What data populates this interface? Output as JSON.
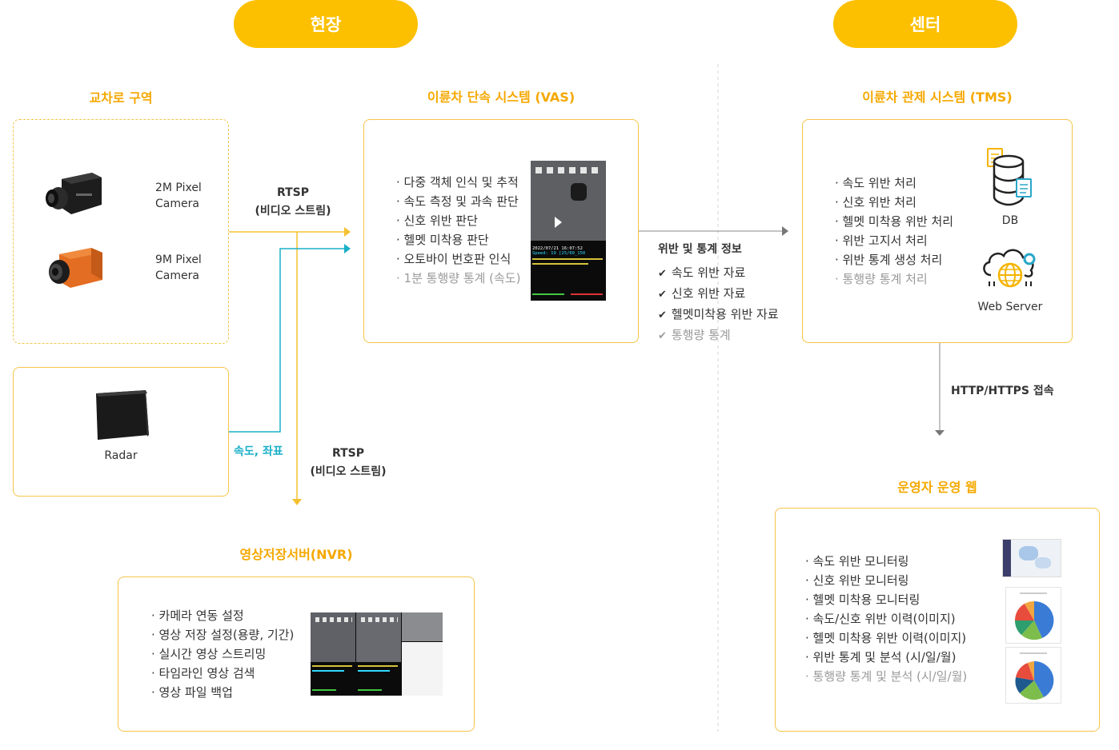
{
  "sections": {
    "field": "현장",
    "center": "센터"
  },
  "intersection": {
    "title": "교차로 구역",
    "camera1": {
      "line1": "2M Pixel",
      "line2": "Camera"
    },
    "camera2": {
      "line1": "9M Pixel",
      "line2": "Camera"
    },
    "radar": "Radar"
  },
  "vas": {
    "title": "이륜차 단속 시스템 (VAS)",
    "items": [
      "· 다중 객체 인식 및 추적",
      "· 속도 측정 및 과속 판단",
      "· 신호 위반 판단",
      "· 헬멧 미착용 판단",
      "· 오토바이 번호판 인식"
    ],
    "muted_item": "· 1분 통행량 통계 (속도)",
    "screen": {
      "timestamp": "2022/07/21 16:07:52",
      "speed": "Speed: 19 [25/60_150"
    }
  },
  "rtsp_top": {
    "line1": "RTSP",
    "line2": "(비디오 스트림)"
  },
  "rtsp_bottom": {
    "line1": "RTSP",
    "line2": "(비디오 스트림)"
  },
  "speed_coord": "속도, 좌표",
  "violation_info": {
    "title": "위반 및 통계 정보",
    "items": [
      "속도 위반 자료",
      "신호 위반 자료",
      "헬멧미착용 위반 자료"
    ],
    "muted_item": "통행량 통계"
  },
  "tms": {
    "title": "이륜차 관제 시스템 (TMS)",
    "items": [
      "· 속도 위반 처리",
      "· 신호 위반 처리",
      "· 헬멧 미착용 위반 처리",
      "· 위반 고지서 처리",
      "· 위반 통계 생성 처리"
    ],
    "muted_item": "· 통행량 통계 처리",
    "db_label": "DB",
    "web_label": "Web Server"
  },
  "http": "HTTP/HTTPS 접속",
  "operator": {
    "title": "운영자 운영 웹",
    "items": [
      "· 속도 위반 모니터링",
      "· 신호 위반 모니터링",
      "· 헬멧 미착용 모니터링",
      "· 속도/신호 위반 이력(이미지)",
      "· 헬멧 미착용 위반 이력(이미지)",
      "· 위반 통계 및 분석 (시/일/월)"
    ],
    "muted_item": "· 통행량 통계 및 분석 (시/일/월)"
  },
  "nvr": {
    "title": "영상저장서버(NVR)",
    "items": [
      "· 카메라 연동 설정",
      "· 영상 저장 설정(용량, 기간)",
      "· 실시간 영상 스트리밍",
      "· 타임라인 영상 검색",
      "· 영상 파일 백업"
    ]
  },
  "colors": {
    "accent": "#fcc000",
    "heading": "#f5a800",
    "cyan": "#1ab0c8",
    "arrow": "#777777"
  }
}
